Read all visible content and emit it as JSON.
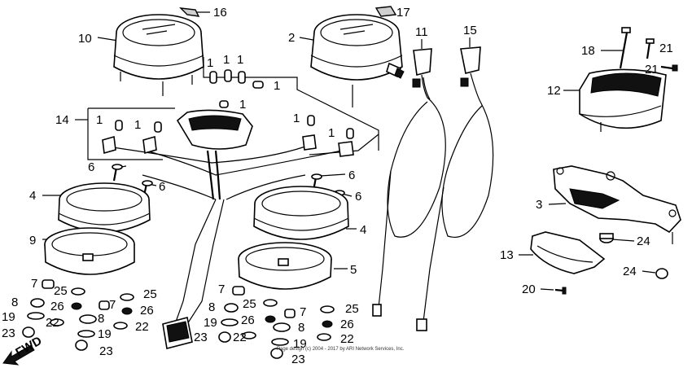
{
  "diagram": {
    "callouts": {
      "c16": "16",
      "c17": "17",
      "c10": "10",
      "c2": "2",
      "c11": "11",
      "c15": "15",
      "c18": "18",
      "c21a": "21",
      "c21b": "21",
      "c12": "12",
      "c14": "14",
      "c1a": "1",
      "c1b": "1",
      "c1c": "1",
      "c1d": "1",
      "c1e": "1",
      "c1f": "1",
      "c1g": "1",
      "c1h": "1",
      "c1i": "1",
      "c6a": "6",
      "c6b": "6",
      "c6c": "6",
      "c6d": "6",
      "c4a": "4",
      "c4b": "4",
      "c9": "9",
      "c5": "5",
      "c3": "3",
      "c13": "13",
      "c24a": "24",
      "c24b": "24",
      "c20": "20",
      "c7a": "7",
      "c7b": "7",
      "c7c": "7",
      "c7d": "7",
      "c25a": "25",
      "c25b": "25",
      "c25c": "25",
      "c25d": "25",
      "c8a": "8",
      "c8b": "8",
      "c8c": "8",
      "c8d": "8",
      "c26a": "26",
      "c26b": "26",
      "c26c": "26",
      "c26d": "26",
      "c19a": "19",
      "c19b": "19",
      "c19c": "19",
      "c19d": "19",
      "c22a": "22",
      "c22b": "22",
      "c22c": "22",
      "c22d": "22",
      "c23a": "23",
      "c23b": "23",
      "c23c": "23",
      "c23d": "23"
    },
    "fwd_label": "FWD",
    "watermark": "Page design (c) 2004 - 2017 by ARI Network Services, Inc."
  }
}
